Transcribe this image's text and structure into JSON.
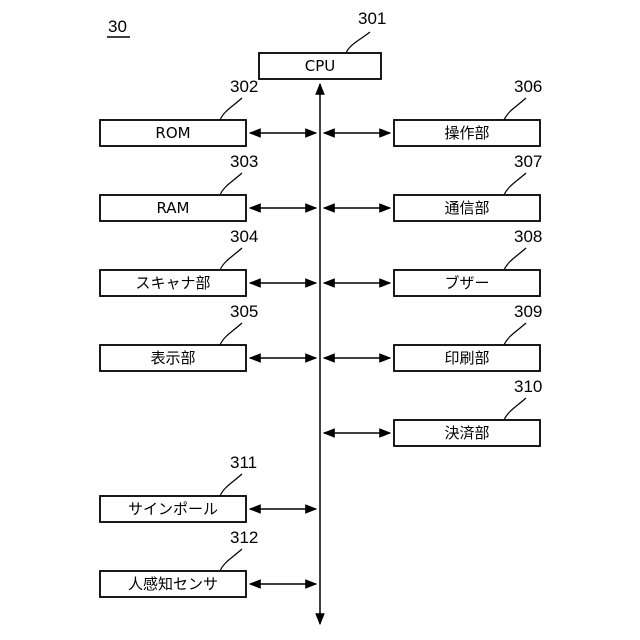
{
  "figure": {
    "label": "30",
    "cpu": {
      "ref": "301",
      "label": "CPU"
    },
    "left_blocks": [
      {
        "ref": "302",
        "label": "ROM"
      },
      {
        "ref": "303",
        "label": "RAM"
      },
      {
        "ref": "304",
        "label": "スキャナ部"
      },
      {
        "ref": "305",
        "label": "表示部"
      },
      {
        "ref": "311",
        "label": "サインポール"
      },
      {
        "ref": "312",
        "label": "人感知センサ"
      }
    ],
    "right_blocks": [
      {
        "ref": "306",
        "label": "操作部"
      },
      {
        "ref": "307",
        "label": "通信部"
      },
      {
        "ref": "308",
        "label": "ブザー"
      },
      {
        "ref": "309",
        "label": "印刷部"
      },
      {
        "ref": "310",
        "label": "決済部"
      }
    ]
  }
}
